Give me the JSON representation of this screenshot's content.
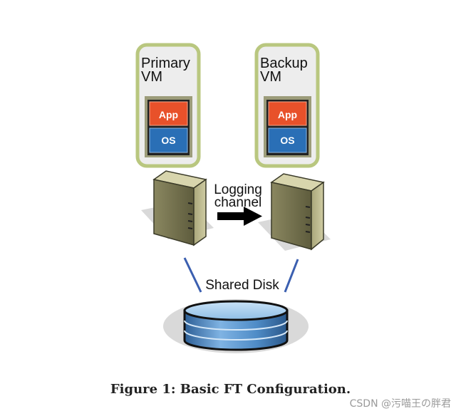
{
  "diagram": {
    "primary_vm": {
      "line1": "Primary",
      "line2": "VM",
      "app": "App",
      "os": "OS"
    },
    "backup_vm": {
      "line1": "Backup",
      "line2": "VM",
      "app": "App",
      "os": "OS"
    },
    "logging_channel": {
      "line1": "Logging",
      "line2": "channel"
    },
    "shared_disk": "Shared Disk",
    "caption": "Figure 1: Basic FT Configuration.",
    "watermark": "CSDN @污喵王の胖君"
  },
  "colors": {
    "vm_border": "#b9c77f",
    "vm_fill": "#ededed",
    "app_red": "#e8512a",
    "os_blue": "#2a6fb6",
    "server_body": "#7c7a55",
    "disk_blue": "#4f8cc7",
    "arrow": "#000000",
    "connector": "#3b5fb0"
  }
}
